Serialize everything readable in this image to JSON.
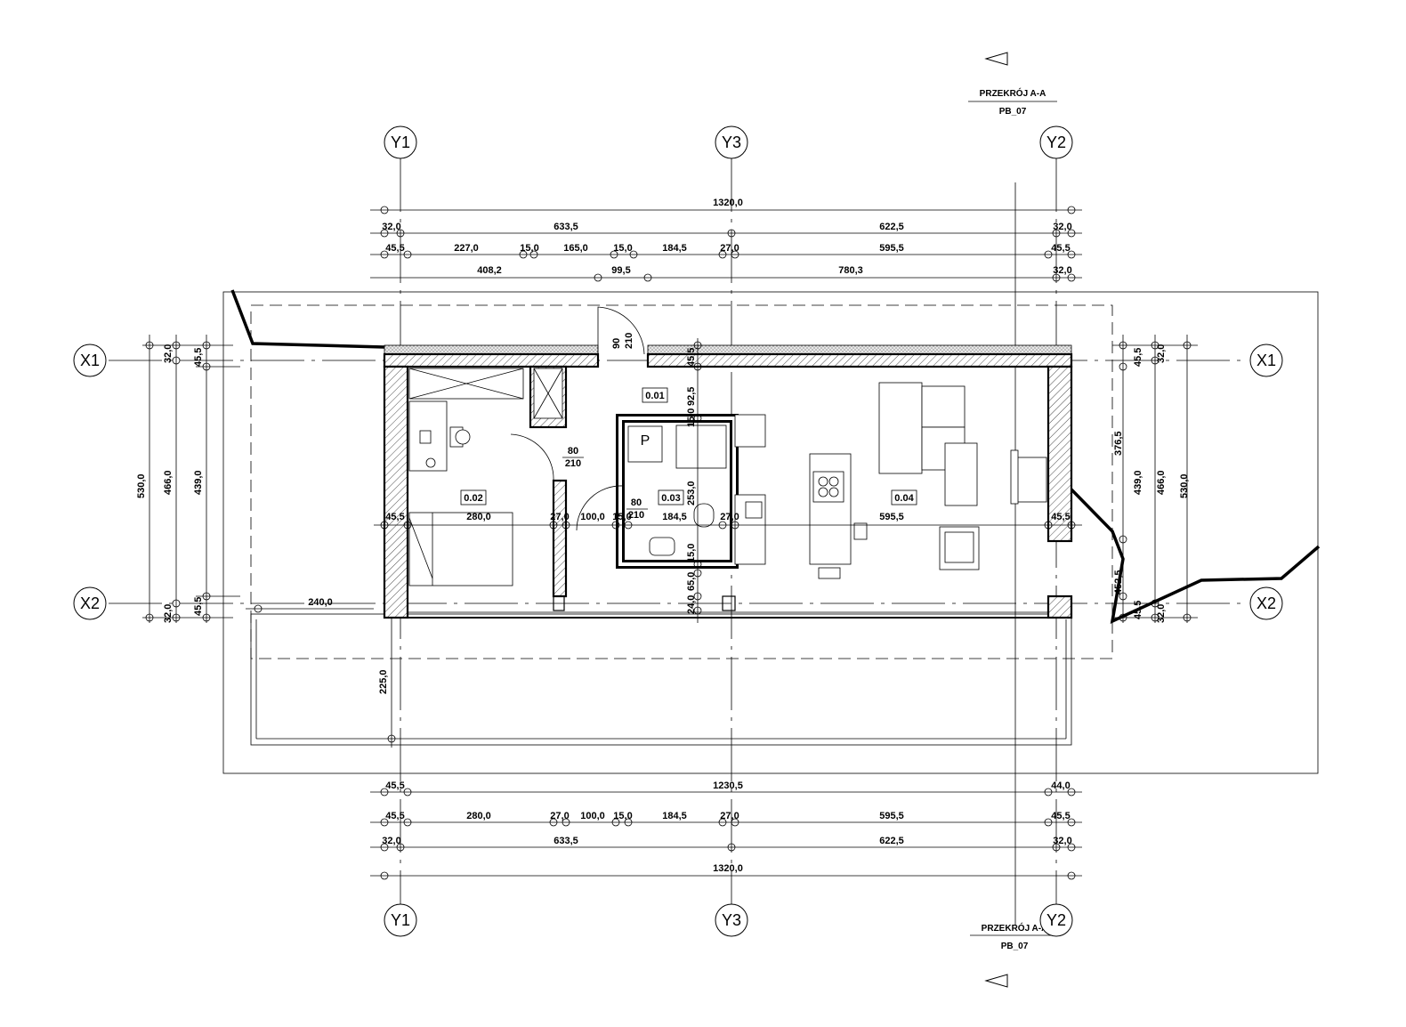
{
  "section_marker": {
    "label": "PRZEKRÓJ A-A",
    "sheet": "PB_07"
  },
  "axes": {
    "y": [
      "Y1",
      "Y3",
      "Y2"
    ],
    "x": [
      "X1",
      "X2"
    ]
  },
  "rooms": [
    "0.01",
    "0.02",
    "0.03",
    "0.04"
  ],
  "fixtures": {
    "stove_mark": "P"
  },
  "doors": {
    "entry": {
      "width": "90",
      "height": "210"
    },
    "room_002": {
      "width": "80",
      "height": "210"
    },
    "room_003": {
      "width": "80",
      "height": "210"
    }
  },
  "dims_top": {
    "overall": "1320,0",
    "row2": [
      "32,0",
      "633,5",
      "622,5",
      "32,0"
    ],
    "row3": [
      "45,5",
      "227,0",
      "15,0",
      "165,0",
      "15,0",
      "184,5",
      "27,0",
      "595,5",
      "45,5"
    ],
    "row4": [
      "408,2",
      "99,5",
      "780,3",
      "32,0"
    ]
  },
  "dims_bottom": {
    "row1": [
      "45,5",
      "1230,5",
      "44,0"
    ],
    "row2": [
      "45,5",
      "280,0",
      "27,0",
      "100,0",
      "15,0",
      "184,5",
      "27,0",
      "595,5",
      "45,5"
    ],
    "row3": [
      "32,0",
      "633,5",
      "622,5",
      "32,0"
    ],
    "overall": "1320,0"
  },
  "dims_left": [
    "32,0",
    "45,5",
    "530,0",
    "466,0",
    "439,0",
    "32,0",
    "45,5"
  ],
  "dims_right": [
    "45,5",
    "32,0",
    "439,0",
    "466,0",
    "530,0",
    "45,5",
    "32,0",
    "376,5",
    "452,5"
  ],
  "dims_interior": {
    "row": [
      "45,5",
      "280,0",
      "27,0",
      "100,0",
      "15,0",
      "184,5",
      "27,0",
      "595,5",
      "45,5"
    ],
    "vertical": [
      "45,5",
      "92,5",
      "15,0",
      "253,0",
      "15,0",
      "24,0",
      "65,0"
    ],
    "terrace_width": "240,0",
    "terrace_depth": "225,0"
  }
}
